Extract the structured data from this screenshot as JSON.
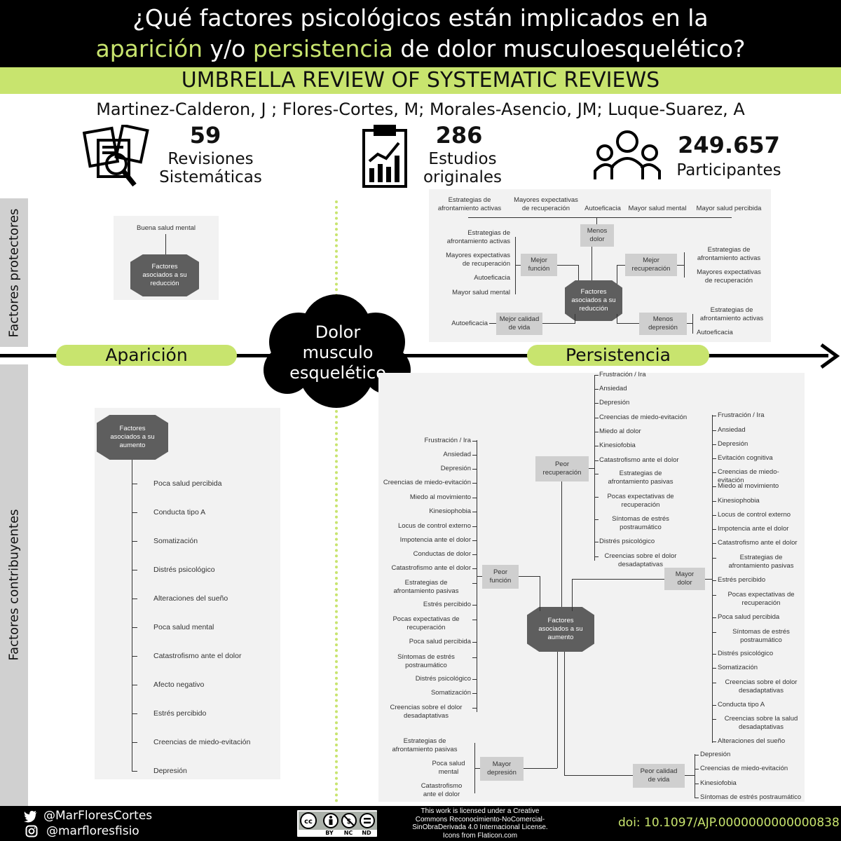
{
  "title": {
    "line1": "¿Qué factores psicológicos están implicados en la",
    "highlight1": "aparición",
    "conj": " y/o ",
    "highlight2": "persistencia",
    "line2_rest": " de dolor musculoesquelético?"
  },
  "subtitle": "UMBRELLA REVIEW OF SYSTEMATIC REVIEWS",
  "authors": "Martinez-Calderon, J ; Flores-Cortes, M;  Morales-Asencio, JM;  Luque-Suarez, A",
  "stats": [
    {
      "number": "59",
      "label": "Revisiones\nSistemáticas",
      "icon": "documents-magnifier-icon"
    },
    {
      "number": "286",
      "label": "Estudios\noriginales",
      "icon": "clipboard-chart-icon"
    },
    {
      "number": "249.657",
      "label": "Participantes",
      "icon": "people-group-icon"
    }
  ],
  "side_labels": {
    "top": "Factores protectores",
    "bottom": "Factores contribuyentes"
  },
  "timeline": {
    "left": "Aparición",
    "center": "Dolor\nmusculo\nesquelético",
    "right": "Persistencia"
  },
  "protect_onset": {
    "item": "Buena salud mental",
    "node": "Factores\nasociados a su\nreducción"
  },
  "protect_persist": {
    "top_items": [
      "Estrategias de\nafrontamiento activas",
      "Mayores expectativas\nde recuperación",
      "Autoeficacia",
      "Mayor salud mental",
      "Mayor salud percibida"
    ],
    "menos_dolor": "Menos\ndolor",
    "mejor_funcion": "Mejor\nfunción",
    "mejor_funcion_items": [
      "Estrategias de\nafrontamiento activas",
      "Mayores expectativas\nde recuperación",
      "Autoeficacia",
      "Mayor salud mental"
    ],
    "mejor_recuperacion": "Mejor\nrecuperación",
    "mejor_recuperacion_items": [
      "Estrategias de\nafrontamiento activas",
      "Mayores expectativas\nde recuperación"
    ],
    "node": "Factores\nasociados a su\nreducción",
    "mejor_calidad": "Mejor calidad\nde vida",
    "mejor_calidad_item": "Autoeficacia",
    "menos_depresion": "Menos\ndepresión",
    "menos_depresion_items": [
      "Estrategias de\nafrontamiento activas",
      "Autoeficacia"
    ]
  },
  "contrib_onset": {
    "node": "Factores\nasociados a su\naumento",
    "items": [
      "Poca salud percibida",
      "Conducta tipo A",
      "Somatización",
      "Distrés psicológico",
      "Alteraciones del sueño",
      "Poca salud mental",
      "Catastrofismo ante el dolor",
      "Afecto negativo",
      "Estrés percibido",
      "Creencias de miedo-evitación",
      "Depresión"
    ]
  },
  "contrib_persist": {
    "node": "Factores\nasociados a su\naumento",
    "peor_recuperacion": "Peor\nrecuperación",
    "peor_recuperacion_items": [
      "Frustración / Ira",
      "Ansiedad",
      "Depresión",
      "Creencias de miedo-evitación",
      "Miedo al dolor",
      "Kinesiofobia",
      "Catastrofismo ante el dolor",
      "Estrategias de\nafrontamiento pasivas",
      "Pocas expectativas de\nrecuperación",
      "Síntomas de estrés\npostraumático",
      "Distrés psicológico",
      "Creencias sobre el dolor\ndesadaptativas"
    ],
    "peor_funcion": "Peor\nfunción",
    "peor_funcion_items": [
      "Frustración / Ira",
      "Ansiedad",
      "Depresión",
      "Creencias de miedo-evitación",
      "Miedo al movimiento",
      "Kinesiophobia",
      "Locus de control externo",
      "Impotencia ante el dolor",
      "Conductas de dolor",
      "Catastrofismo ante el dolor",
      "Estrategias de\nafrontamiento pasivas",
      "Estrés percibido",
      "Pocas expectativas de\nrecuperación",
      "Poca salud percibida",
      "Síntomas de estrés\npostraumático",
      "Distrés psicológico",
      "Somatización",
      "Creencias sobre el dolor\ndesadaptativas"
    ],
    "mayor_dolor": "Mayor\ndolor",
    "mayor_dolor_items": [
      "Frustración / Ira",
      "Ansiedad",
      "Depresión",
      "Evitación cognitiva",
      "Creencias de miedo-evitación",
      "Miedo al movimiento",
      "Kinesiophobia",
      "Locus de control externo",
      "Impotencia ante el dolor",
      "Catastrofismo ante el dolor",
      "Estrategias de\nafrontamiento pasivas",
      "Estrés percibido",
      "Pocas expectativas de\nrecuperación",
      "Poca salud percibida",
      "Síntomas de estrés\npostraumático",
      "Distrés psicológico",
      "Somatización",
      "Creencias sobre el dolor\ndesadaptativas",
      "Conducta tipo A",
      "Creencias sobre la salud\ndesadaptativas",
      "Alteraciones del sueño"
    ],
    "mayor_depresion": "Mayor\ndepresión",
    "mayor_depresion_items": [
      "Estrategias de\nafrontamiento pasivas",
      "Poca salud\nmental",
      "Catastrofismo\nante el dolor"
    ],
    "peor_calidad": "Peor calidad\nde vida",
    "peor_calidad_items": [
      "Depresión",
      "Creencias de miedo-evitación",
      "Kinesiofobia",
      "Síntomas de estrés postraumático"
    ]
  },
  "footer": {
    "twitter": "@MarFloresCortes",
    "instagram": "@marfloresfisio",
    "cc_badges": [
      "BY",
      "NC",
      "ND"
    ],
    "license": "This work is licensed under a Creative\nCommons Reconocimiento-NoComercial-\nSinObraDerivada 4.0 Internacional License.\nIcons from Flaticon.com",
    "doi": "doi: 10.1097/AJP.0000000000000838"
  },
  "colors": {
    "accent": "#c8e46e",
    "dark": "#000000",
    "node": "#5e5e5e",
    "box": "#cfcfcf"
  }
}
